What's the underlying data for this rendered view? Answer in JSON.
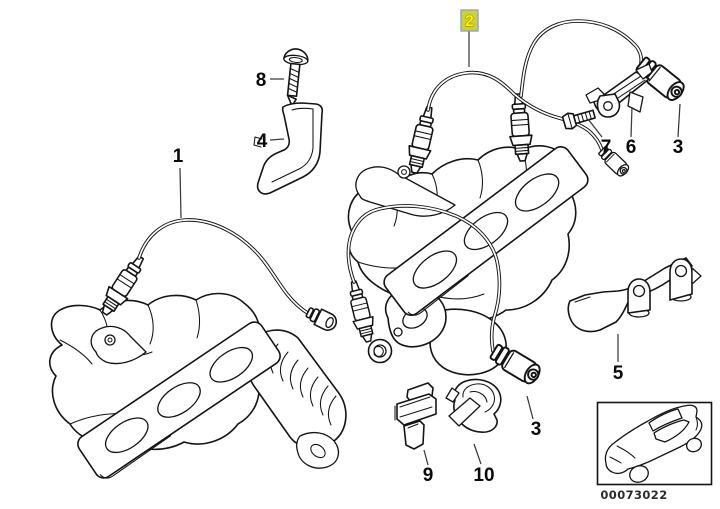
{
  "diagram": {
    "callouts": {
      "c1": {
        "label": "1"
      },
      "c2": {
        "label": "2",
        "highlighted": true
      },
      "c3_top": {
        "label": "3"
      },
      "c3_bottom": {
        "label": "3"
      },
      "c4": {
        "label": "4"
      },
      "c5": {
        "label": "5"
      },
      "c6": {
        "label": "6"
      },
      "c7": {
        "label": "7"
      },
      "c8": {
        "label": "8"
      },
      "c9": {
        "label": "9"
      },
      "c10": {
        "label": "10"
      }
    },
    "footer": {
      "drawing_number": "00073022"
    },
    "colors": {
      "background": "#ffffff",
      "line": "#141414",
      "highlight_fill": "#cdd138",
      "highlight_border": "#93a3c6",
      "highlight_digit": "#fff200"
    }
  }
}
